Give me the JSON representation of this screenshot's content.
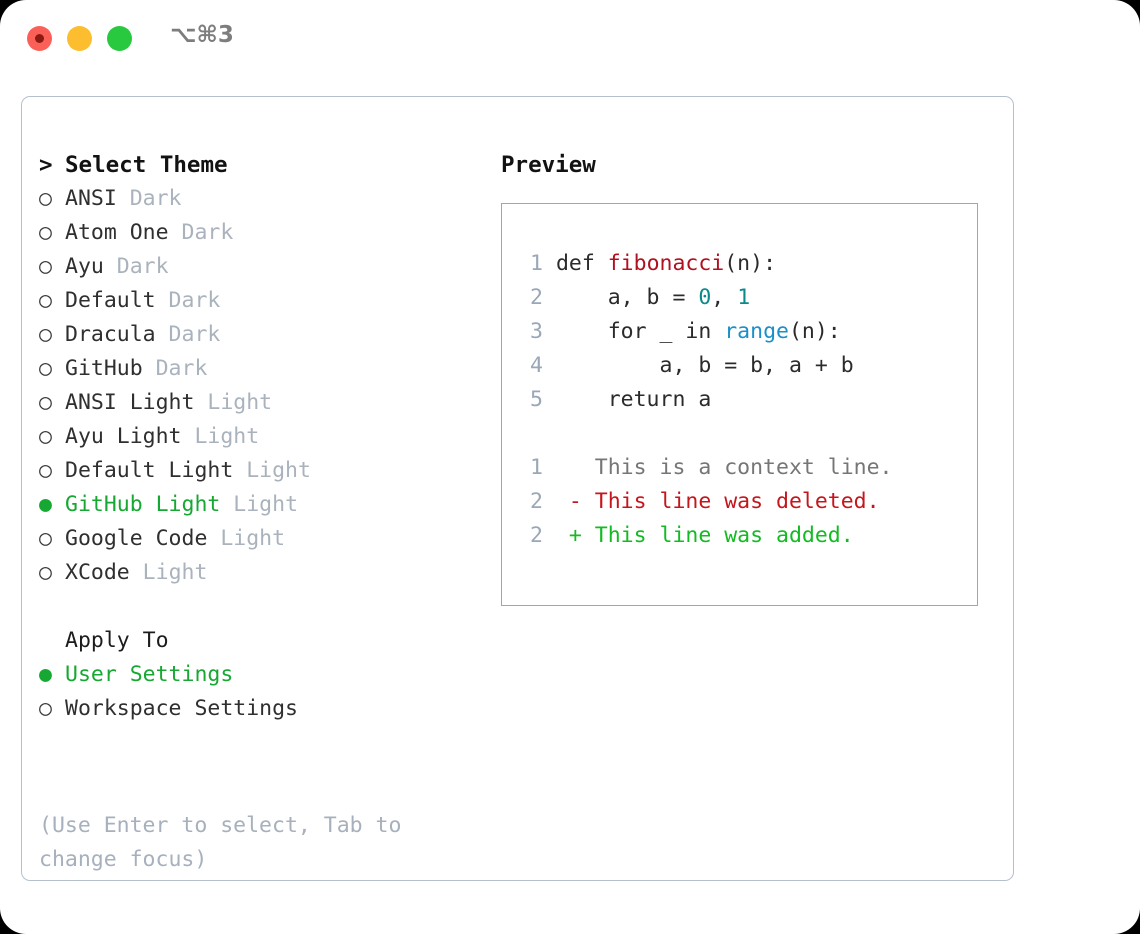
{
  "window": {
    "traffic_lights": [
      "close",
      "minimize",
      "maximize"
    ],
    "shortcut": "⌥⌘3"
  },
  "theme_picker": {
    "header_marker": ">",
    "header": "Select Theme",
    "unselected_marker": "○",
    "selected_marker": "●",
    "accent_color": "#16a832",
    "items": [
      {
        "name": "ANSI",
        "category": "Dark",
        "selected": false
      },
      {
        "name": "Atom One",
        "category": "Dark",
        "selected": false
      },
      {
        "name": "Ayu",
        "category": "Dark",
        "selected": false
      },
      {
        "name": "Default",
        "category": "Dark",
        "selected": false
      },
      {
        "name": "Dracula",
        "category": "Dark",
        "selected": false
      },
      {
        "name": "GitHub",
        "category": "Dark",
        "selected": false
      },
      {
        "name": "ANSI Light",
        "category": "Light",
        "selected": false
      },
      {
        "name": "Ayu Light",
        "category": "Light",
        "selected": false
      },
      {
        "name": "Default Light",
        "category": "Light",
        "selected": false
      },
      {
        "name": "GitHub Light",
        "category": "Light",
        "selected": true
      },
      {
        "name": "Google Code",
        "category": "Light",
        "selected": false
      },
      {
        "name": "XCode",
        "category": "Light",
        "selected": false
      }
    ]
  },
  "apply_to": {
    "header": "Apply To",
    "options": [
      {
        "label": "User Settings",
        "selected": true
      },
      {
        "label": "Workspace Settings",
        "selected": false
      }
    ]
  },
  "hint": "(Use Enter to select, Tab to change focus)",
  "preview": {
    "title": "Preview",
    "code_lines": [
      {
        "num": "1",
        "tokens": [
          {
            "t": "def ",
            "c": "plain"
          },
          {
            "t": "fibonacci",
            "c": "fn"
          },
          {
            "t": "(n):",
            "c": "plain"
          }
        ]
      },
      {
        "num": "2",
        "tokens": [
          {
            "t": "    a, b = ",
            "c": "plain"
          },
          {
            "t": "0",
            "c": "num"
          },
          {
            "t": ", ",
            "c": "plain"
          },
          {
            "t": "1",
            "c": "num"
          }
        ]
      },
      {
        "num": "3",
        "tokens": [
          {
            "t": "    for _ in ",
            "c": "plain"
          },
          {
            "t": "range",
            "c": "builtin"
          },
          {
            "t": "(n):",
            "c": "plain"
          }
        ]
      },
      {
        "num": "4",
        "tokens": [
          {
            "t": "        a, b = b, a + b",
            "c": "plain"
          }
        ]
      },
      {
        "num": "5",
        "tokens": [
          {
            "t": "    return a",
            "c": "plain"
          }
        ]
      }
    ],
    "diff_lines": [
      {
        "num": "1",
        "tokens": [
          {
            "t": "   This is a context line.",
            "c": "ctx"
          }
        ]
      },
      {
        "num": "2",
        "tokens": [
          {
            "t": " - This line was deleted.",
            "c": "del"
          }
        ]
      },
      {
        "num": "2",
        "tokens": [
          {
            "t": " + This line was added.",
            "c": "add"
          }
        ]
      }
    ]
  },
  "colors": {
    "accent_green": "#16a832",
    "diff_added": "#12bb22",
    "diff_deleted": "#c4161c",
    "function_name": "#b01020",
    "number_literal": "#0b8a8a",
    "builtin": "#1a8fc9",
    "muted": "#aab3bd",
    "panel_border": "#b6c0cc"
  }
}
